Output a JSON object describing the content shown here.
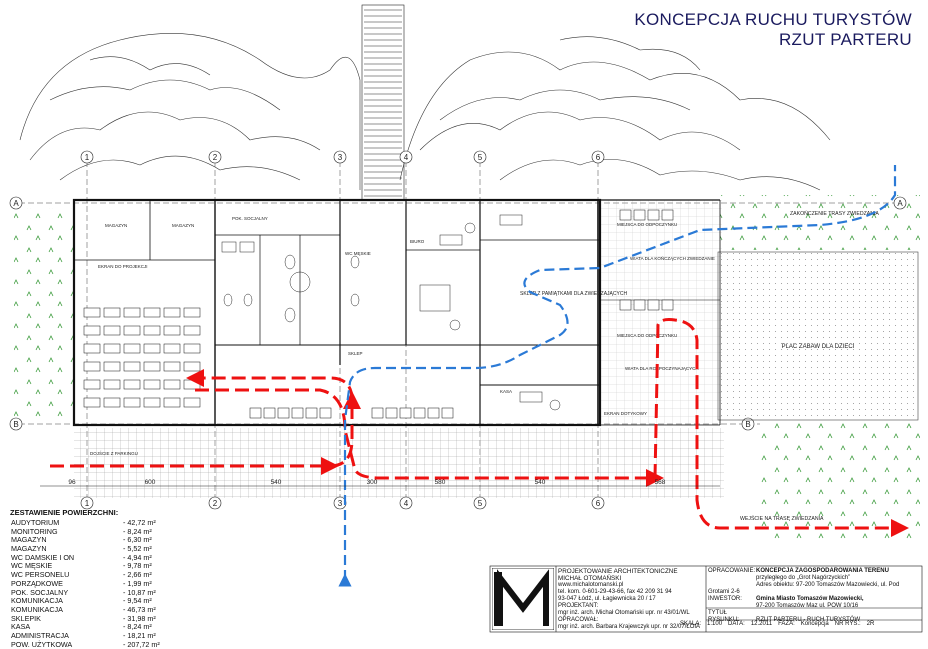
{
  "title": {
    "line1": "KONCEPCJA RUCHU TURYSTÓW",
    "line2": "RZUT PARTERU"
  },
  "axes": {
    "numbers": [
      "1",
      "2",
      "3",
      "4",
      "5",
      "6"
    ],
    "letters": [
      "A",
      "B"
    ]
  },
  "dimensions": [
    "96",
    "600",
    "540",
    "300",
    "580",
    "540",
    "568"
  ],
  "plan_labels": {
    "zakonczenie": "ZAKOŃCZENIE TRASY ZWIEDZANIA",
    "wejscie": "WEJŚCIE NA TRASĘ ZWIEDZANIA",
    "plac": "PLAC ZABAW DLA DZIECI",
    "sklep": "SKLEP Z PAMIĄTKAMI DLA ZWIEDZAJĄCYCH",
    "ekran_projekcji": "EKRAN DO PROJEKCJI",
    "ekran_dotykowy": "EKRAN DOTYKOWY",
    "dojscie": "DOJŚCIE Z PARKINGU",
    "miejsca": "MIEJSCA DO ODPOCZYNKU",
    "wiata": "WIATA DLA KOŃCZĄCYCH ZWIEDZANIE",
    "wiata2": "WIATA DLA ROZPOCZYNAJĄCYCH",
    "magazyn": "MAGAZYN",
    "pok_socjalny": "POK. SOCJALNY",
    "wc_meskie": "WC MĘSKIE",
    "kasa": "KASA",
    "sklep_short": "SKLEP",
    "biuro": "BIURO"
  },
  "areas": {
    "heading": "ZESTAWIENIE POWIERZCHNI:",
    "rows": [
      {
        "name": "AUDYTORIUM",
        "value": "- 42,72 m²"
      },
      {
        "name": "MONITORING",
        "value": "- 8,24 m²"
      },
      {
        "name": "MAGAZYN",
        "value": "- 6,30 m²"
      },
      {
        "name": "MAGAZYN",
        "value": "- 5,52 m²"
      },
      {
        "name": "WC DAMSKIE I ON",
        "value": "- 4,94 m²"
      },
      {
        "name": "WC MĘSKIE",
        "value": "- 9,78 m²"
      },
      {
        "name": "WC PERSONELU",
        "value": "- 2,66 m²"
      },
      {
        "name": "PORZĄDKOWE",
        "value": "- 1,99 m²"
      },
      {
        "name": "POK. SOCJALNY",
        "value": "- 10,87 m²"
      },
      {
        "name": "KOMUNIKACJA",
        "value": "- 9,54 m²"
      },
      {
        "name": "KOMUNIKACJA",
        "value": "- 46,73 m²"
      },
      {
        "name": "SKLEPIK",
        "value": "- 31,98 m²"
      },
      {
        "name": "KASA",
        "value": "- 8,24 m²"
      },
      {
        "name": "ADMINISTRACJA",
        "value": "- 18,21 m²"
      },
      {
        "name": "POW. UŻYTKOWA",
        "value": "- 207,72 m²"
      }
    ]
  },
  "title_block": {
    "firm_title": "PROJEKTOWANIE ARCHITEKTONICZNE",
    "firm_name": "MICHAŁ OTOMAŃSKI",
    "firm_email": "www.michalotomanski.pl",
    "firm_phone": "tel. kom. 0-601-29-43-66, fax 42 209 31 94",
    "firm_addr": "93-047 Łódź, ul. Łagiewnicka 20 / 17",
    "projektant_label": "PROJEKTANT:",
    "projektant": "mgr inż. arch. Michał Otomański upr. nr 43/01/WL",
    "opracowal_label": "OPRACOWAŁ:",
    "opracowal": "mgr inż. arch. Barbara Krajewczyk upr. nr 32/07/ŁOIA",
    "opracowanie_label": "OPRACOWANIE:",
    "opracowanie": "KONCEPCJA ZAGOSPODAROWANIA TERENU",
    "opracowanie2": "przyległego do „Grot Nagórzyckich”",
    "adres": "Adres obiektu: 97-200 Tomaszów Mazowiecki, ul. Pod Grotami 2-6",
    "inwestor_label": "INWESTOR:",
    "inwestor": "Gmina Miasto Tomaszów Mazowiecki,",
    "inwestor2": "97-200 Tomaszów Maz ul. POW 10/16",
    "tytul_label": "TYTUŁ RYSUNKU:",
    "tytul": "RZUT PARTERU - RUCH TURYSTÓW",
    "skala_label": "SKALA:",
    "skala": "1:100",
    "data_label": "DATA:",
    "data": "12.2011",
    "faza_label": "FAZA:",
    "faza": "Koncepcja",
    "nr_label": "NR RYS.:",
    "nr": "2R"
  }
}
